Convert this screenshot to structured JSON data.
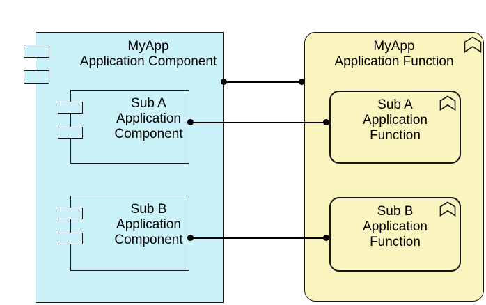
{
  "diagram": {
    "kind": "archimate-view",
    "colors": {
      "component_fill": "#cbf2f9",
      "function_fill": "#faf5be",
      "border": "#161616",
      "connector": "#000000",
      "background": "#ffffff",
      "text": "#000000"
    },
    "icons": {
      "component": "uml-component-icon",
      "function": "archimate-function-chevron-icon"
    },
    "nodes": {
      "main_component": {
        "line1": "MyApp",
        "line2": "Application Component"
      },
      "sub_a_component": {
        "line1": "Sub A",
        "line2": "Application",
        "line3": "Component"
      },
      "sub_b_component": {
        "line1": "Sub B",
        "line2": "Application",
        "line3": "Component"
      },
      "main_function": {
        "line1": "MyApp",
        "line2": "Application Function"
      },
      "sub_a_function": {
        "line1": "Sub A",
        "line2": "Application",
        "line3": "Function"
      },
      "sub_b_function": {
        "line1": "Sub B",
        "line2": "Application",
        "line3": "Function"
      }
    },
    "connectors": [
      {
        "from": "main_component",
        "to": "main_function",
        "ends": "filled-ball-both"
      },
      {
        "from": "sub_a_component",
        "to": "sub_a_function",
        "ends": "filled-ball-both"
      },
      {
        "from": "sub_b_component",
        "to": "sub_b_function",
        "ends": "filled-ball-both"
      }
    ]
  }
}
